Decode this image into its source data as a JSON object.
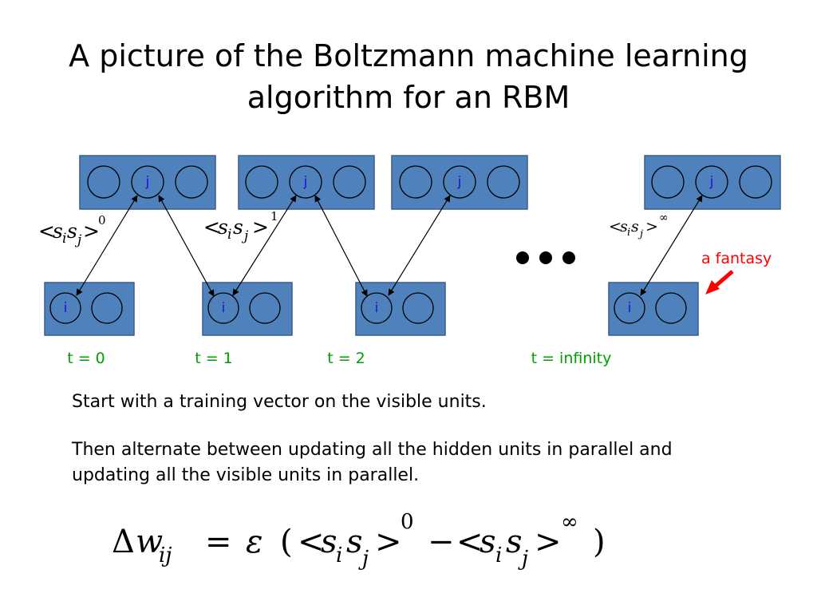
{
  "slide": {
    "title": "A picture of the Boltzmann machine learning algorithm for an RBM",
    "paragraphs": [
      "Start with a training vector on the visible units.",
      "Then alternate between updating all the hidden units in parallel and updating all the visible units in parallel."
    ]
  },
  "diagram": {
    "hidden_unit_label": "j",
    "visible_unit_label": "i",
    "time_labels": [
      "t = 0",
      "t = 1",
      "t = 2",
      "t = infinity"
    ],
    "stat_labels": [
      "<s_i s_j>^0",
      "<s_i s_j>^1",
      "<s_i s_j>^∞"
    ],
    "stat_superscripts": [
      "0",
      "1",
      "∞"
    ],
    "fantasy_label": "a fantasy",
    "colors": {
      "unit_fill": "#4f81bd",
      "time_text": "#00a000",
      "fantasy_text": "#ff0000",
      "unit_label_text": "#1f10e0"
    }
  },
  "formula": {
    "text": "Δw_ij = ε ( <s_i s_j>^0 − <s_i s_j>^∞ )",
    "sup_left": "0",
    "sup_right": "∞"
  }
}
